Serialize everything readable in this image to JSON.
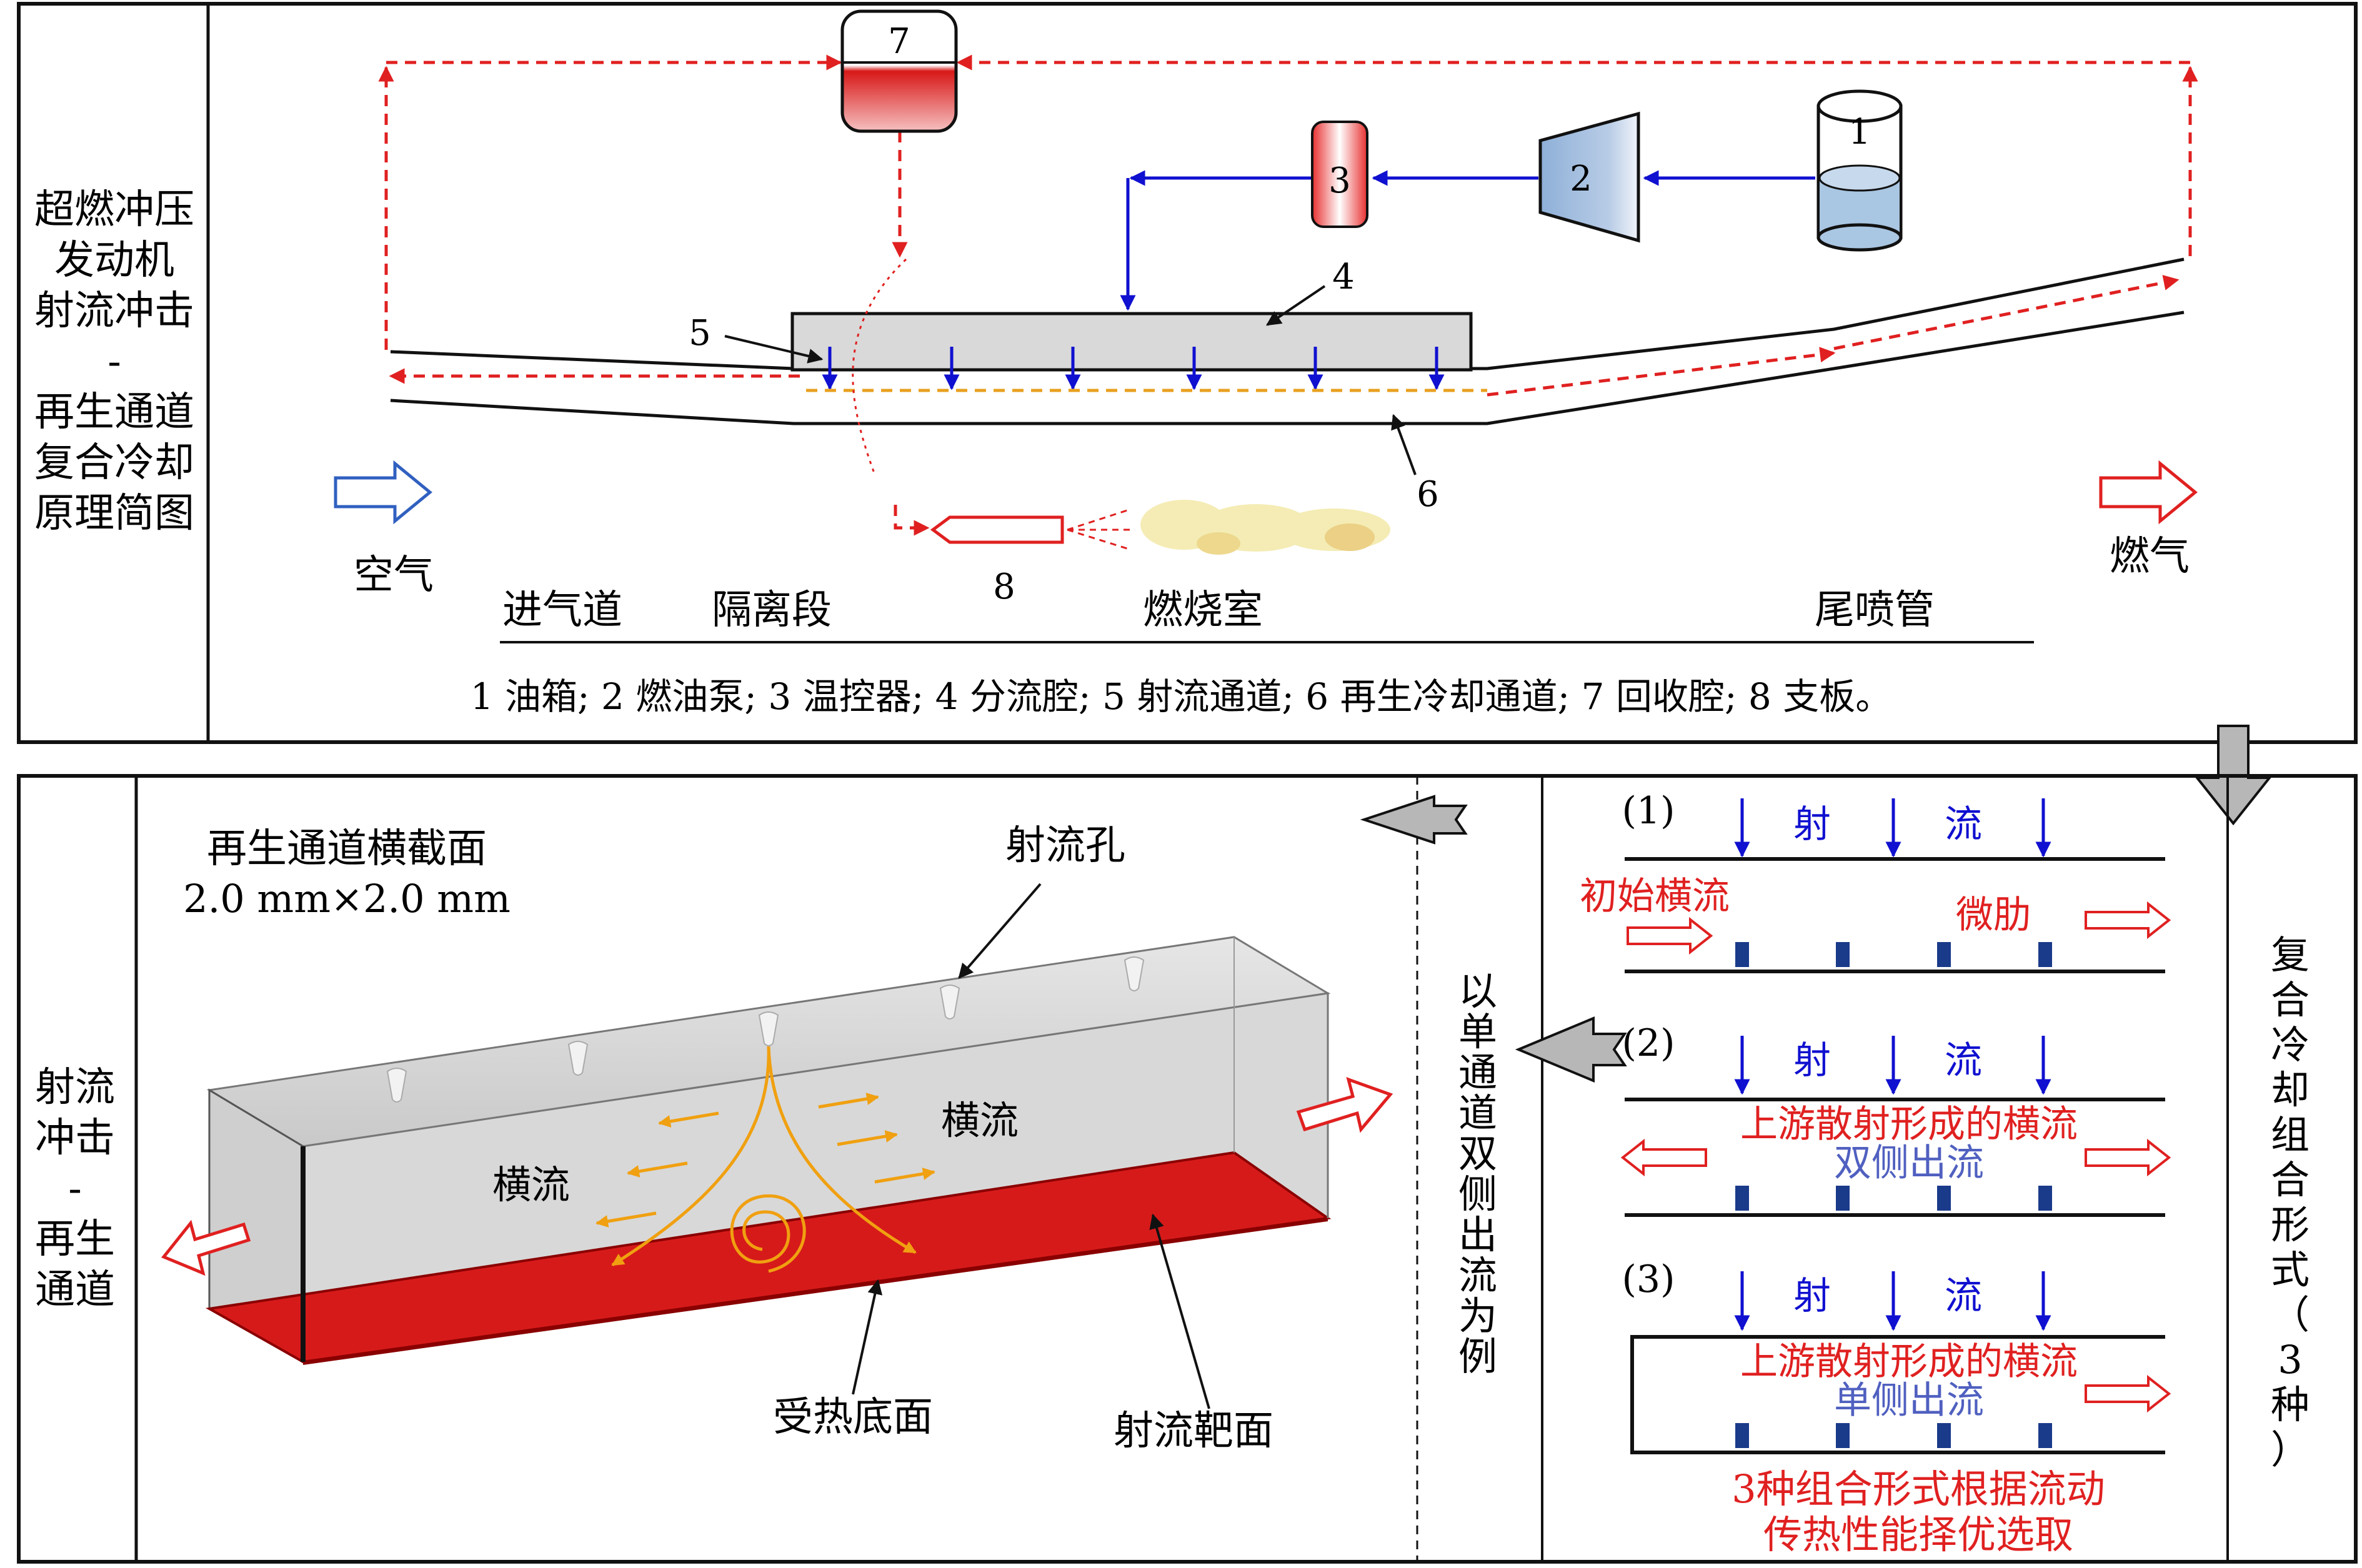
{
  "top_panel": {
    "side_title_lines": [
      "超燃冲压",
      "发动机",
      "射流冲击",
      "-",
      "再生通道",
      "复合冷却",
      "原理简图"
    ],
    "component_numbers": [
      "1",
      "2",
      "3",
      "4",
      "5",
      "6",
      "7",
      "8"
    ],
    "inlet_label": "空气",
    "outlet_label": "燃气",
    "sections": [
      "进气道",
      "隔离段",
      "燃烧室",
      "尾喷管"
    ],
    "legend": "1 油箱; 2 燃油泵; 3 温控器; 4 分流腔; 5 射流通道; 6 再生冷却通道; 7 回收腔; 8 支板。",
    "colors": {
      "fuel_line": "#1010d0",
      "return_line": "#e02020",
      "inlet_arrow": "#3060c0"
    }
  },
  "bottom_left": {
    "side_title_lines": [
      "射流",
      "冲击",
      "-",
      "再生",
      "通道"
    ],
    "cross_section_title": "再生通道横截面",
    "cross_section_size": "2.0 mm×2.0 mm",
    "jet_hole_label": "射流孔",
    "crossflow_left": "横流",
    "crossflow_right": "横流",
    "heated_bottom_label": "受热底面",
    "jet_target_label": "射流靶面",
    "example_note_chars": [
      "以",
      "单",
      "通",
      "道",
      "双",
      "侧",
      "出",
      "流",
      "为",
      "例"
    ]
  },
  "bottom_right": {
    "side_title_chars": [
      "复",
      "合",
      "冷",
      "却",
      "组",
      "合",
      "形",
      "式",
      "（",
      "3",
      "种",
      "）"
    ],
    "cases": [
      {
        "id": "(1)",
        "jet_chars": [
          "射",
          "流"
        ],
        "flow_label": "初始横流",
        "rib_label": "微肋",
        "outflow": "",
        "crossflow": ""
      },
      {
        "id": "(2)",
        "jet_chars": [
          "射",
          "流"
        ],
        "flow_label": "",
        "rib_label": "",
        "crossflow": "上游散射形成的横流",
        "outflow": "双侧出流"
      },
      {
        "id": "(3)",
        "jet_chars": [
          "射",
          "流"
        ],
        "flow_label": "",
        "rib_label": "",
        "crossflow": "上游散射形成的横流",
        "outflow": "单侧出流"
      }
    ],
    "conclusion_lines": [
      "3种组合形式根据流动",
      "传热性能择优选取"
    ]
  }
}
